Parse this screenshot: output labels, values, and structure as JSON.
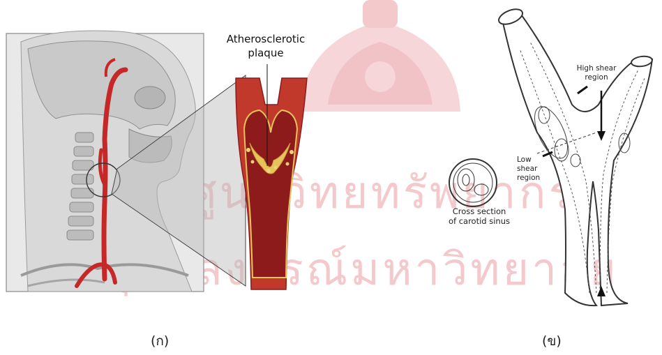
{
  "watermark": {
    "line1": "ศูนย์วิทยทรัพยากร",
    "line2": "จุฬาลงกรณ์มหาวิทยาลัย"
  },
  "panel_a": {
    "label_line1": "Atherosclerotic",
    "label_line2": "plaque",
    "caption": "(ก)"
  },
  "panel_b": {
    "high_shear_line1": "High shear",
    "high_shear_line2": "region",
    "low_shear_line1": "Low",
    "low_shear_line2": "shear",
    "low_shear_line3": "region",
    "cross_section_line1": "Cross section",
    "cross_section_line2": "of carotid sinus",
    "caption": "(ข)"
  },
  "colors": {
    "artery": "#c62828",
    "artery_dark": "#8e1b1b",
    "plaque": "#e8c25a",
    "watermark": "#f3c9cc",
    "inset_shade": "#cfcfcf"
  }
}
